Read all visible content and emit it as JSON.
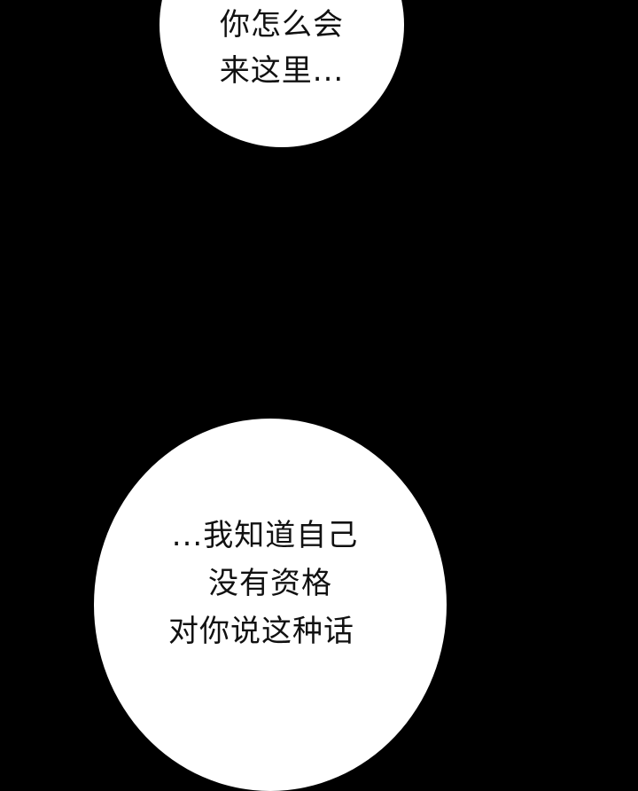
{
  "panel": {
    "background_color": "#000000",
    "bubble_color": "#ffffff",
    "text_color": "#111111"
  },
  "bubbles": [
    {
      "lines": [
        "你怎么会",
        "来这里..."
      ]
    },
    {
      "lines": [
        "...我知道自己",
        "没有资格",
        "对你说这种话"
      ]
    }
  ]
}
